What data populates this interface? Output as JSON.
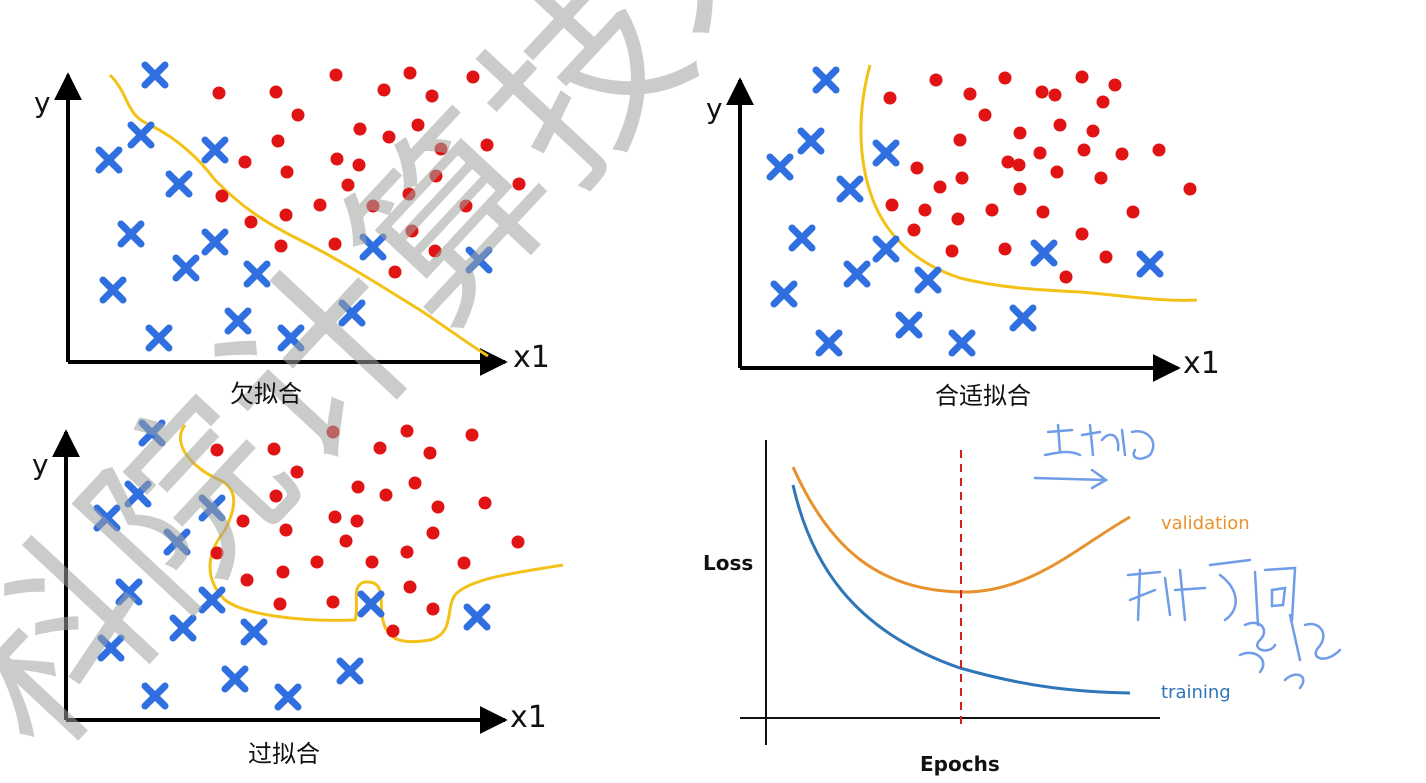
{
  "colors": {
    "blue_marker": "#2f6fe0",
    "red_marker": "#e01414",
    "boundary": "#f3c117",
    "validation": "#e8922e",
    "training": "#2f76b8",
    "cutoff": "#d62020",
    "watermark": "#9ea29e",
    "handwriting": "#6f9de8"
  },
  "panels": {
    "underfit": {
      "y_label": "y",
      "x_label": "x1",
      "caption": "欠拟合"
    },
    "goodfit": {
      "y_label": "y",
      "x_label": "x1",
      "caption": "合适拟合"
    },
    "overfit": {
      "y_label": "y",
      "x_label": "x1",
      "caption": "过拟合"
    }
  },
  "chart_data": {
    "type": "line",
    "xlabel": "Epochs",
    "ylabel": "Loss",
    "series": [
      {
        "name": "validation",
        "shape": "u-curve"
      },
      {
        "name": "training",
        "shape": "decreasing"
      }
    ],
    "vertical_marker": "early-stopping point at validation minimum"
  },
  "watermark": {
    "text": "科院计算技术研究所"
  },
  "annotations": {
    "handwritten": [
      "过拟合",
      "预测点和",
      "参数"
    ]
  }
}
